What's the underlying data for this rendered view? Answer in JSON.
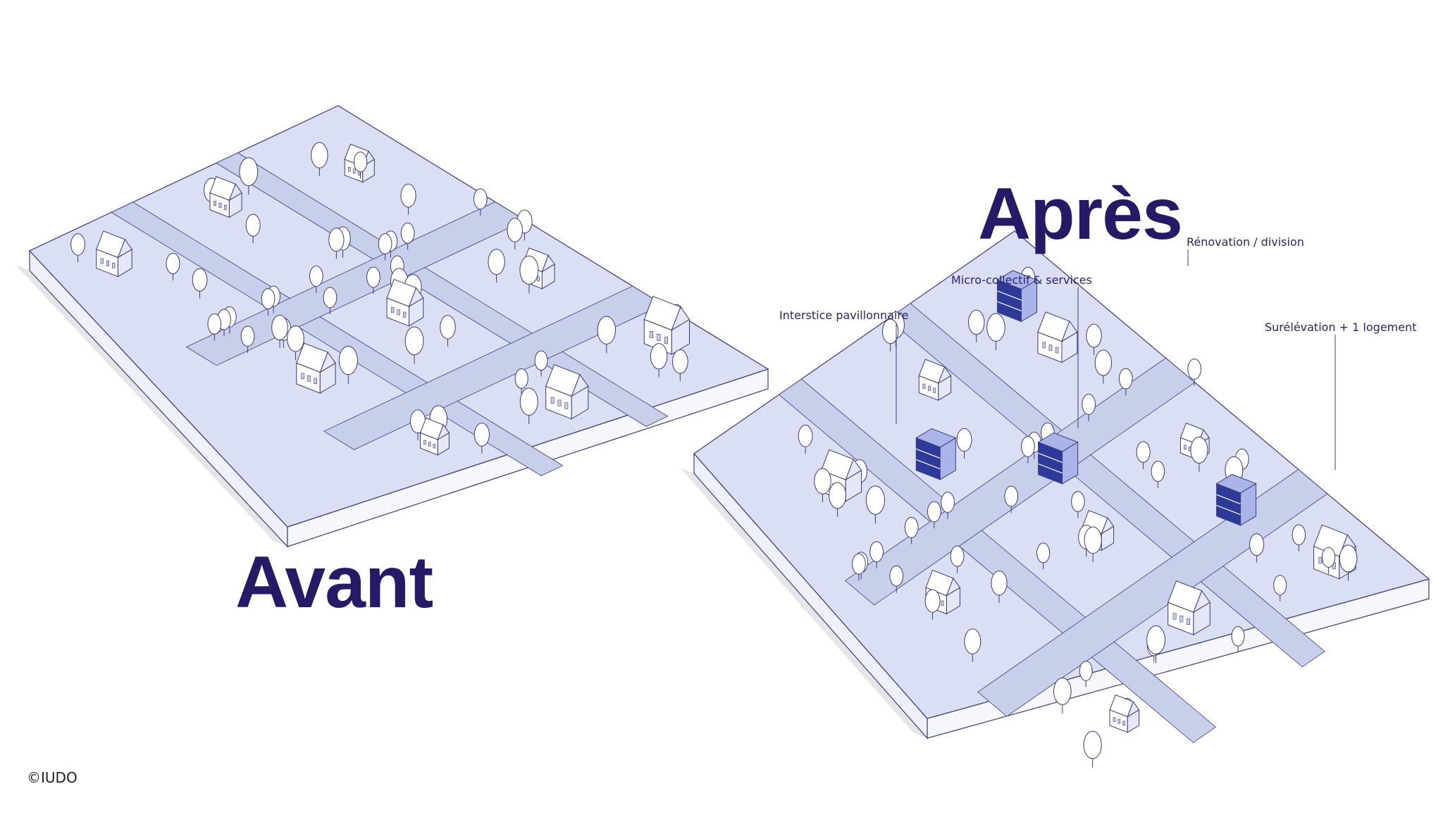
{
  "titles": {
    "before": "Avant",
    "after": "Après"
  },
  "callouts": {
    "interstice": "Interstice pavillonnaire",
    "micro_collectif": "Micro-collectif & services",
    "renovation": "Rénovation / division",
    "surelevation": "Surélévation + 1 logement"
  },
  "copyright": "©IUDO",
  "colors": {
    "ground": "#dadff3",
    "ground_side": "#eef0fa",
    "shadow": "#dcdce0",
    "road": "#c8cfea",
    "outline": "#3b3c7a",
    "house": "#ffffff",
    "house_side": "#e4e7f6",
    "tree": "#ffffff",
    "new_build": "#2d3a9a",
    "new_build_light": "#a9b4e8",
    "title": "#241a66"
  },
  "diagrams": [
    {
      "name": "before",
      "highlights": []
    },
    {
      "name": "after",
      "highlights": [
        "interstice",
        "micro_collectif",
        "renovation",
        "surelevation"
      ]
    }
  ]
}
